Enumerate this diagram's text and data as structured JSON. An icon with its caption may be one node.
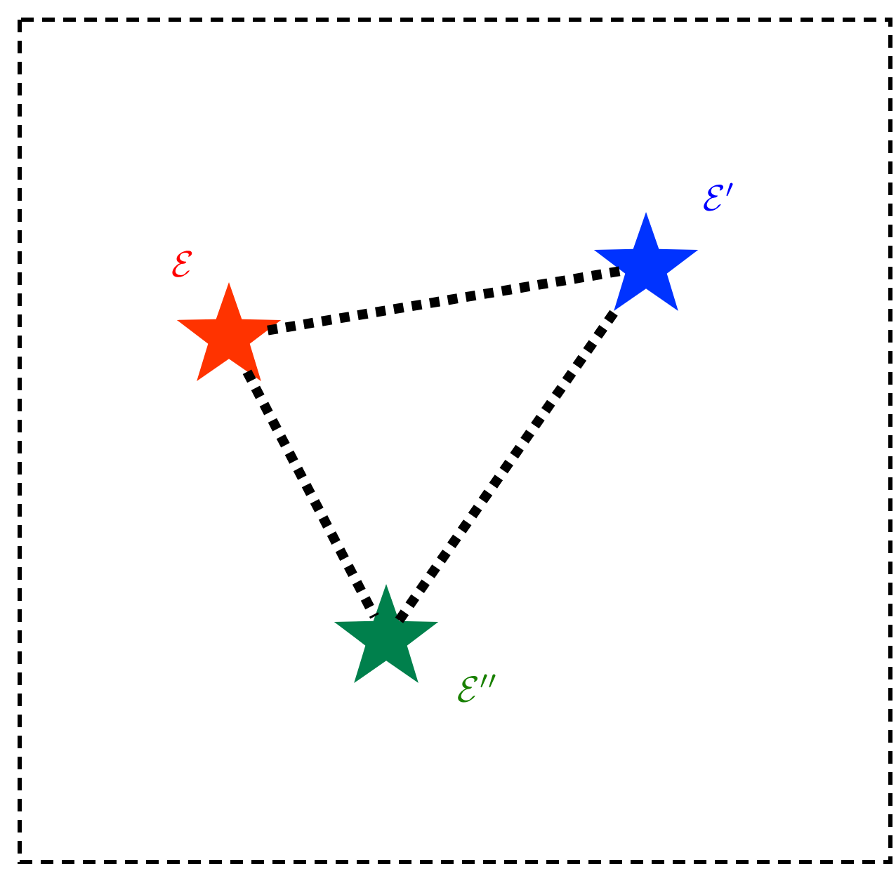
{
  "diagram": {
    "nodes": [
      {
        "text": [],
        "shape": "star",
        "beside": [
          "\\mathcal{E}"
        ]
      },
      {
        "text": [],
        "shape": "star",
        "beside": [
          "\\mathcal{E}'"
        ]
      },
      {
        "text": [],
        "shape": "star",
        "beside": [
          "\\mathcal{E}''"
        ]
      }
    ],
    "edges": [
      {
        "from": 0,
        "to": 1,
        "arrow": "none",
        "style": "dashed"
      },
      {
        "from": 0,
        "to": 2,
        "arrow": "none",
        "style": "dashed"
      },
      {
        "from": 2,
        "to": 1,
        "arrow": "none",
        "style": "dashed"
      }
    ]
  }
}
